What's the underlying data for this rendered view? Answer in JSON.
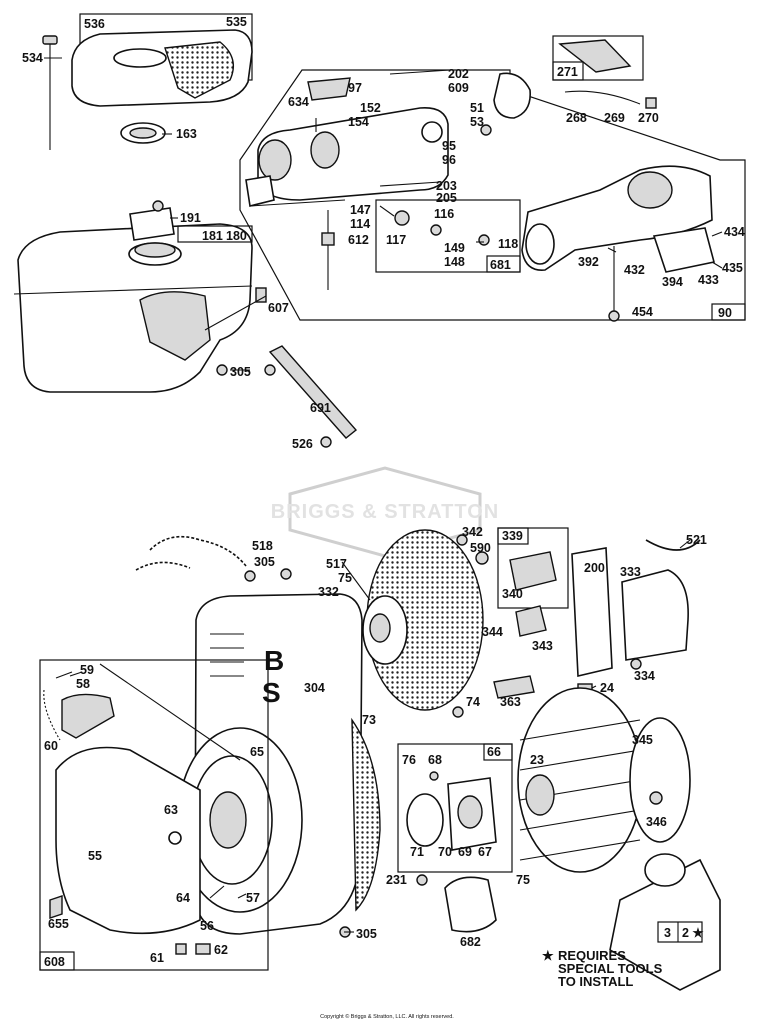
{
  "watermark": "BRIGGS & STRATTON",
  "copyright": "Copyright © Briggs & Stratton, LLC. All rights reserved.",
  "note": {
    "star": "★",
    "line1": "REQUIRES",
    "line2": "SPECIAL TOOLS",
    "line3": "TO INSTALL"
  },
  "boxed_labels": {
    "b536": "536",
    "b180": "180",
    "b271": "271",
    "b681": "681",
    "b90": "90",
    "b339": "339",
    "b66": "66",
    "b608": "608",
    "b3": "3",
    "b2": "2 ★"
  },
  "labels": {
    "l534": "534",
    "l535": "535",
    "l163": "163",
    "l191": "191",
    "l181": "181",
    "l607": "607",
    "l305a": "305",
    "l691": "691",
    "l526": "526",
    "l97": "97",
    "l634": "634",
    "l152": "152",
    "l154": "154",
    "l202": "202",
    "l609": "609",
    "l51": "51",
    "l53": "53",
    "l95": "95",
    "l96": "96",
    "l203": "203",
    "l205": "205",
    "l147": "147",
    "l114": "114",
    "l116": "116",
    "l117": "117",
    "l612": "612",
    "l149": "149",
    "l148": "148",
    "l118": "118",
    "l268": "268",
    "l269": "269",
    "l270": "270",
    "l434": "434",
    "l392": "392",
    "l432": "432",
    "l435": "435",
    "l394": "394",
    "l433": "433",
    "l454": "454",
    "l518": "518",
    "l305b": "305",
    "l342": "342",
    "l590": "590",
    "l521": "521",
    "l517": "517",
    "l75a": "75",
    "l332": "332",
    "l340": "340",
    "l200": "200",
    "l333": "333",
    "l344": "344",
    "l343": "343",
    "l334": "334",
    "l24": "24",
    "l363": "363",
    "l59": "59",
    "l58": "58",
    "l60": "60",
    "l304": "304",
    "l65": "65",
    "l73": "73",
    "l74": "74",
    "l76": "76",
    "l68": "68",
    "l23": "23",
    "l345": "345",
    "l63": "63",
    "l55": "55",
    "l71": "71",
    "l70": "70",
    "l69": "69",
    "l67": "67",
    "l346": "346",
    "l75b": "75",
    "l64": "64",
    "l57": "57",
    "l56": "56",
    "l231": "231",
    "l655": "655",
    "l305c": "305",
    "l682": "682",
    "l61": "61",
    "l62": "62"
  }
}
